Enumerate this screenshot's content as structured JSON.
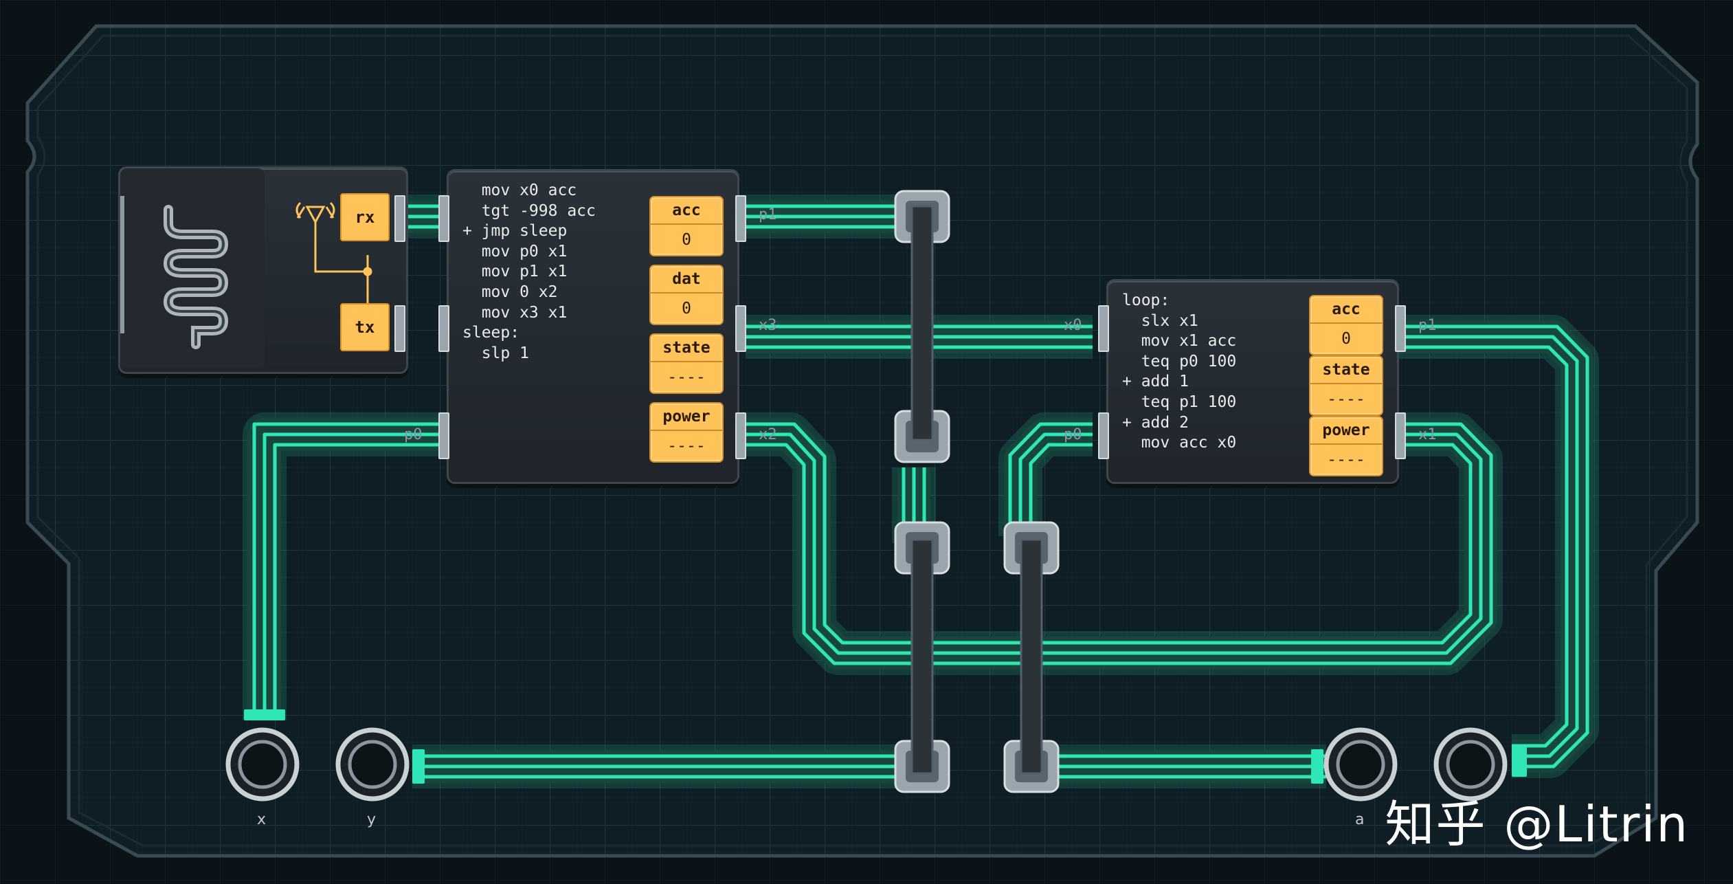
{
  "mcu1": {
    "code": "  mov x0 acc\n  tgt -998 acc\n+ jmp sleep\n  mov p0 x1\n  mov p1 x1\n  mov 0 x2\n  mov x3 x1\nsleep:\n  slp 1",
    "registers": [
      {
        "name": "acc",
        "value": "0"
      },
      {
        "name": "dat",
        "value": "0"
      },
      {
        "name": "state",
        "value": "----"
      },
      {
        "name": "power",
        "value": "----"
      }
    ],
    "ports": {
      "left_bottom": "p0",
      "right_top": "p1",
      "right_mid": "x3",
      "right_bottom": "x2"
    }
  },
  "mcu2": {
    "code": "loop:\n  slx x1\n  mov x1 acc\n  teq p0 100\n+ add 1\n  teq p1 100\n+ add 2\n  mov acc x0",
    "registers": [
      {
        "name": "acc",
        "value": "0"
      },
      {
        "name": "state",
        "value": "----"
      },
      {
        "name": "power",
        "value": "----"
      }
    ],
    "ports": {
      "left_top": "x0",
      "left_bottom": "p0",
      "right_top": "p1",
      "right_bottom": "x1"
    }
  },
  "radio": {
    "rx_label": "rx",
    "tx_label": "tx"
  },
  "pins": {
    "x": "x",
    "y": "y",
    "a": "a"
  },
  "watermark": "知乎 @Litrin",
  "colors": {
    "wire": "#1fd1a6",
    "register": "#ffc35a",
    "board": "#0f1d24"
  }
}
